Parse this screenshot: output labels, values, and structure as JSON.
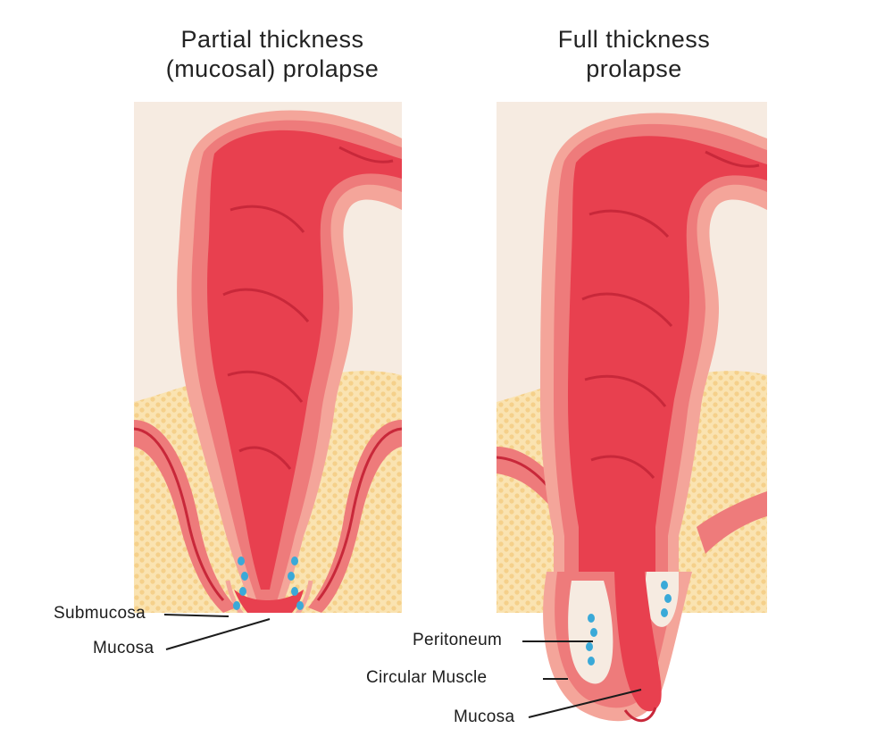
{
  "panels": {
    "left": {
      "title_line1": "Partial thickness",
      "title_line2": "(mucosal) prolapse",
      "labels": {
        "submucosa": "Submucosa",
        "mucosa": "Mucosa"
      }
    },
    "right": {
      "title_line1": "Full thickness",
      "title_line2": "prolapse",
      "labels": {
        "peritoneum": "Peritoneum",
        "circular_muscle": "Circular Muscle",
        "mucosa": "Mucosa"
      }
    }
  },
  "colors": {
    "background_panel": "#f6ebe1",
    "fat_tissue": "#fae3b1",
    "outer_wall": "#f4a59a",
    "muscle_wall": "#ee7b7b",
    "mucosa": "#e8404f",
    "mucosa_dark": "#c8283a",
    "submucosa_dots": "#3aa9d8",
    "leader_line": "#1c1c1c"
  }
}
